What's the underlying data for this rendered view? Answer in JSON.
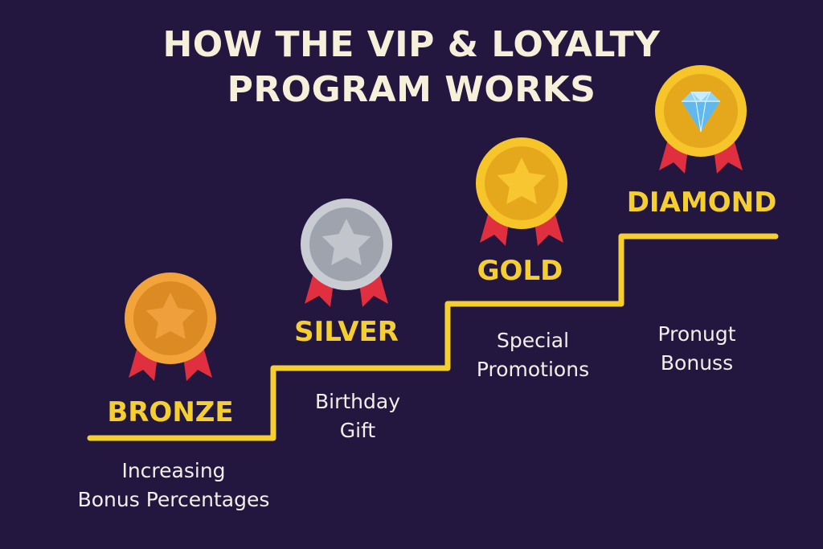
{
  "title_line1": "HOW THE VIP & LOYALTY",
  "title_line2": "PROGRAM WORKS",
  "colors": {
    "background": "#23173f",
    "title": "#f6efd9",
    "tier_label": "#f5cf2f",
    "staircase": "#f5cf2f",
    "ribbon": "#e0303f"
  },
  "tiers": [
    {
      "name": "BRONZE",
      "benefit_line1": "Increasing",
      "benefit_line2": "Bonus Percentages",
      "medal_icon": "star-icon"
    },
    {
      "name": "SILVER",
      "benefit_line1": "Birthday",
      "benefit_line2": "Gift",
      "medal_icon": "star-icon"
    },
    {
      "name": "GOLD",
      "benefit_line1": "Special",
      "benefit_line2": "Promotions",
      "medal_icon": "star-icon"
    },
    {
      "name": "DIAMOND",
      "benefit_line1": "Pronugt",
      "benefit_line2": "Bonuss",
      "medal_icon": "diamond-icon"
    }
  ]
}
